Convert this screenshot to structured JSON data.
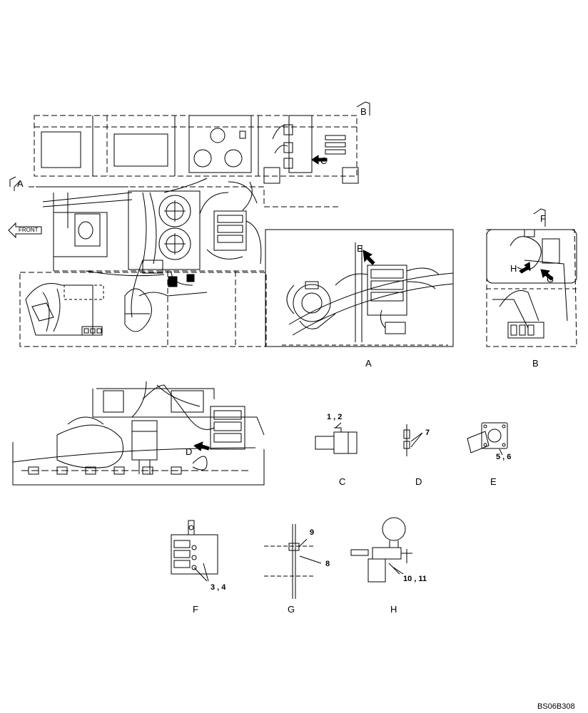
{
  "drawing_code": "BS06B308",
  "front_label": "FRONT",
  "view_refs": {
    "a": "A",
    "b": "B",
    "f": "F"
  },
  "arrow_labels": {
    "c": "C",
    "d": "D",
    "e": "E",
    "g": "G",
    "h": "H"
  },
  "view_captions": {
    "a": "A",
    "b": "B",
    "c": "C",
    "d": "D",
    "e": "E",
    "f": "F",
    "g": "G",
    "h": "H"
  },
  "callouts": {
    "c1": "1 , 2",
    "d1": "7",
    "e1": "5 , 6",
    "f1": "3 , 4",
    "g1": "9",
    "g2": "8",
    "h1": "10 , 11"
  }
}
